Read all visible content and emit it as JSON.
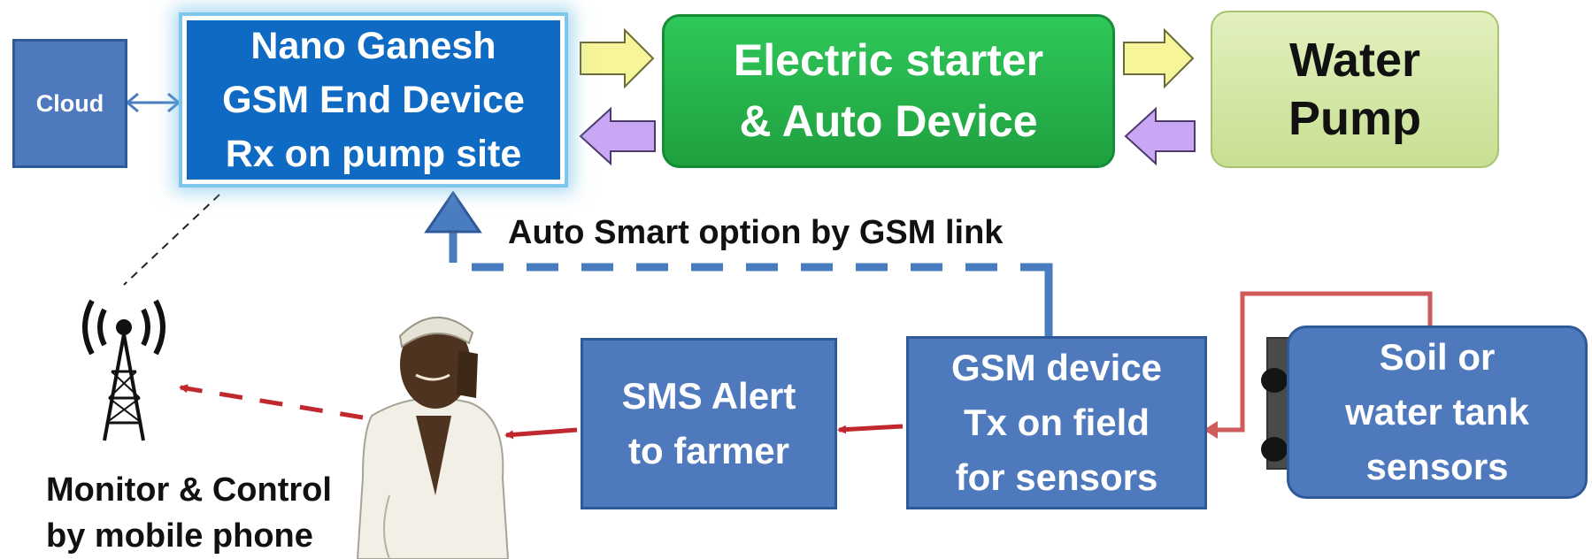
{
  "nodes": {
    "cloud": "Cloud",
    "end_device": "Nano Ganesh\nGSM End Device\nRx on  pump site",
    "starter": "Electric starter\n& Auto Device",
    "pump": "Water\nPump",
    "sms": "SMS Alert\nto farmer",
    "gsm_tx": "GSM  device\nTx on field\nfor sensors",
    "sensors": "Soil or\nwater tank\nsensors"
  },
  "labels": {
    "auto_smart": "Auto Smart option by GSM link",
    "monitor": "Monitor & Control\nby mobile phone"
  },
  "colors": {
    "box_blue": "#4f79bd",
    "end_device_blue": "#0f6ac4",
    "starter_green": "#27b84c",
    "pump_green": "#d3e8a4",
    "arrow_yellow": "#f7f59a",
    "arrow_purple": "#c9a7f5",
    "dashed_link": "#4a7cc0",
    "alert_red": "#c0282d",
    "sensor_wire": "#cf5b5b"
  },
  "icons": [
    "antenna-icon",
    "farmer-on-phone-image",
    "sensor-probe-icon"
  ]
}
